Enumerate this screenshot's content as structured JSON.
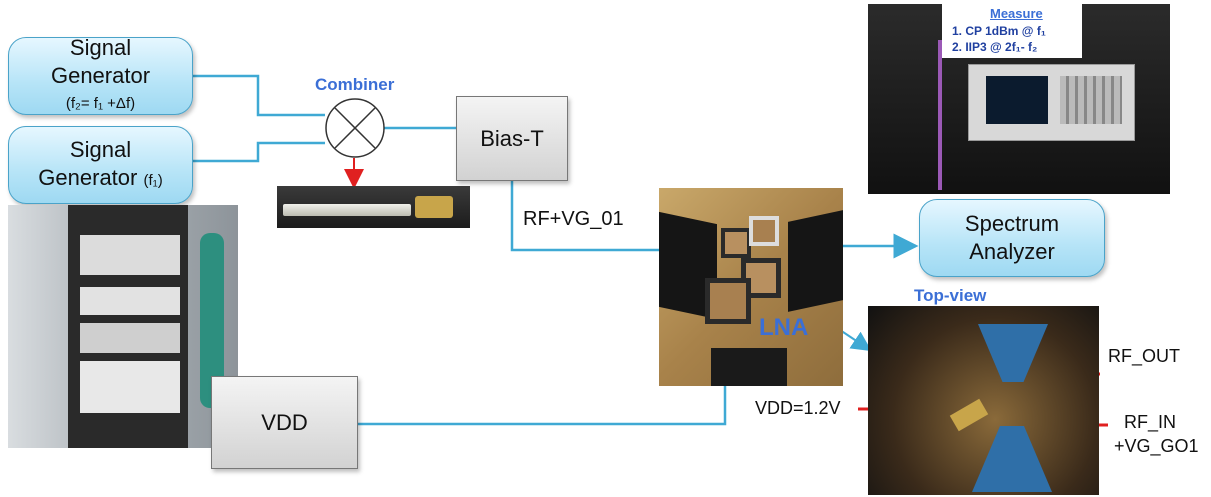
{
  "signal_gen_1": {
    "line1": "Signal",
    "line2": "Generator",
    "sub": "(f₂= f₁ +Δf)"
  },
  "signal_gen_2": {
    "line1": "Signal",
    "line2": "Generator",
    "sub": "(f₁)"
  },
  "combiner": {
    "label": "Combiner"
  },
  "bias_t": {
    "label": "Bias-T"
  },
  "rf_vg_label": "RF+VG_01",
  "lna_label": "LNA",
  "spectrum_analyzer": {
    "line1": "Spectrum",
    "line2": "Analyzer"
  },
  "vdd": {
    "label": "VDD"
  },
  "measure": {
    "title": "Measure",
    "items": [
      "1.   CP 1dBm @ f₁",
      "2.   IIP3 @ 2f₁- f₂"
    ]
  },
  "top_view": {
    "title": "Top-view",
    "rf_out": "RF_OUT",
    "vdd_value": "VDD=1.2V",
    "rf_in_line1": "RF_IN",
    "rf_in_line2": "+VG_GO1"
  },
  "colors": {
    "link": "#3fa9d4",
    "arrow_red": "#e02020",
    "box_blue": "#b6e4f7",
    "label_blue": "#3b6fd6"
  }
}
